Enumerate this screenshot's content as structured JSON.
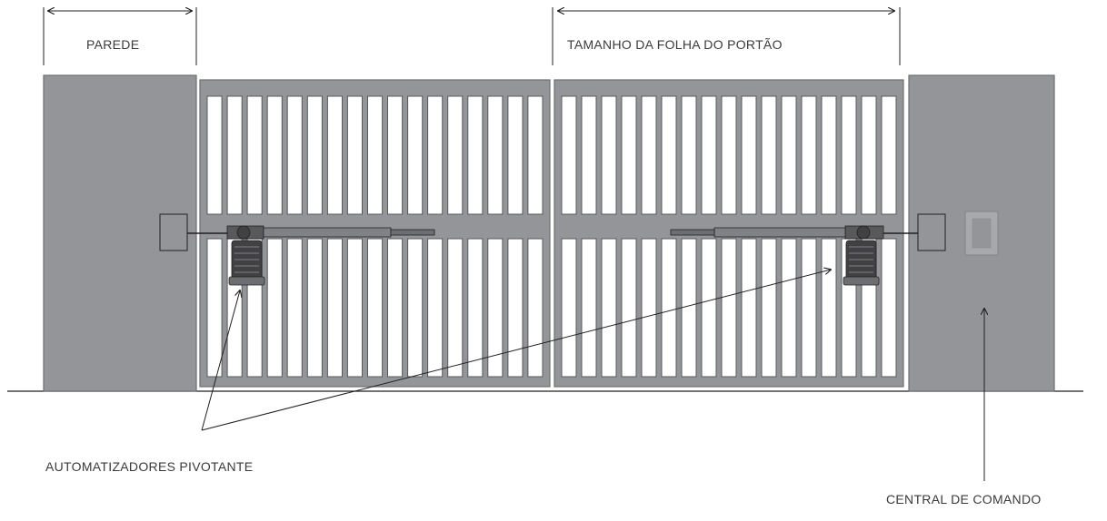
{
  "labels": {
    "wall": "PAREDE",
    "gate_leaf_size": "TAMANHO DA FOLHA DO PORTÃO",
    "swing_operators": "AUTOMATIZADORES PIVOTANTE",
    "control_board": "CENTRAL DE COMANDO"
  },
  "colors": {
    "pillar": "#939598",
    "gate_frame": "#939598",
    "gate_opening": "#ffffff",
    "motor": "#58595b",
    "line": "#231f20"
  },
  "gate": {
    "leaves": 2,
    "bars_per_leaf": 17,
    "rails": 1
  },
  "icons": [
    "motor-icon",
    "control-box-icon",
    "arrow-icon"
  ]
}
